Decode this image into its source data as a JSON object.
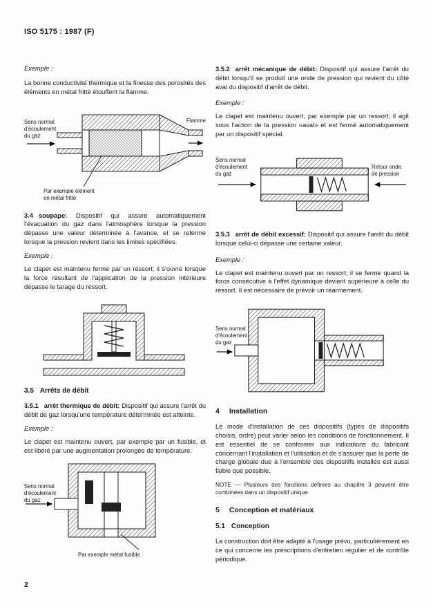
{
  "header": {
    "title": "ISO 5175 : 1987 (F)"
  },
  "page_number": "2",
  "labels": {
    "example": "Exemple :"
  },
  "intro": {
    "example_text": "La bonne conductivité thermique et la finesse des porosités des éléments en métal fritté étouffent la flamme."
  },
  "sections": {
    "s34": {
      "num": "3.4",
      "term": "soupape:",
      "def": "Dispositif qui assure automatiquement l'évacuation du gaz dans l'atmosphère lorsque la pression dépasse une valeur déterminée à l'avance, et se referme lorsque la pression revient dans les limites spécifiées.",
      "example": "Le clapet est maintenu fermé par un ressort; il s'ouvre lorsque la force résultant de l'application de la pression intérieure dépasse le tarage du ressort."
    },
    "s35": {
      "num": "3.5",
      "title": "Arrêts de débit"
    },
    "s351": {
      "num": "3.5.1",
      "term": "arrêt thermique de débit:",
      "def": "Dispositif qui assure l'arrêt du débit de gaz lorsqu'une température déterminée est atteinte.",
      "example": "Le clapet est maintenu ouvert, par exemple par un fusible, et est libéré par une augmentation prolongée de température."
    },
    "s352": {
      "num": "3.5.2",
      "term": "arrêt mécanique de débit:",
      "def": "Dispositif qui assure l'arrêt du débit lorsqu'il se produit une onde de pression qui revient du côté aval du dispositif d'arrêt de débit.",
      "example": "Le clapet est maintenu ouvert, par exemple par un ressort; il agit sous l'action de la pression «aval» et est fermé automatiquement par un dispositif spécial."
    },
    "s353": {
      "num": "3.5.3",
      "term": "arrêt de débit excessif:",
      "def": "Dispositif qui assure l'arrêt du débit lorsque celui-ci dépasse une certaine valeur.",
      "example": "Le clapet est maintenu ouvert par un ressort; il se ferme quand la force consécutive à l'effet dynamique devient supérieure à celle du ressort. Il est nécessaire de prévoir un réarmement."
    },
    "s4": {
      "num": "4",
      "title": "Installation",
      "body": "Le mode d'installation de ces dispositifs (types de dispositifs choisis, ordre) peut varier selon les conditions de fonctionnement. Il est essentiel de se conformer aux indications du fabricant concernant l'installation et l'utilisation et de s'assurer que la perte de charge globale due à l'ensemble des dispositifs installés est aussi faible que possible.",
      "note": "NOTE — Plusieurs des fonctions définies au chapitre 3 peuvent être combinées dans un dispositif unique."
    },
    "s5": {
      "num": "5",
      "title": "Conception et matériaux"
    },
    "s51": {
      "num": "5.1",
      "title": "Conception",
      "body": "La construction doit être adapté à l'usage prévu, particulièrement en ce qui concerne les prescriptions d'entretien régulier et de contrôle périodique."
    }
  },
  "figures": {
    "fig1": {
      "flow_label": "Sens normal\nd'écoulement\ndu gaz",
      "flame_label": "Flamme",
      "caption": "Par exemple élément\nen métal fritté"
    },
    "fig3": {
      "flow_label": "Sens normal\nd'écoulement\ndu gaz",
      "caption": "Par exemple métal fusible"
    },
    "fig4": {
      "flow_label": "Sens normal\nd'écoulement\ndu gaz",
      "return_label": "Retour onde\nde pression"
    },
    "fig5": {
      "flow_label": "Sens normal\nd'écoulement\ndu gaz"
    }
  }
}
